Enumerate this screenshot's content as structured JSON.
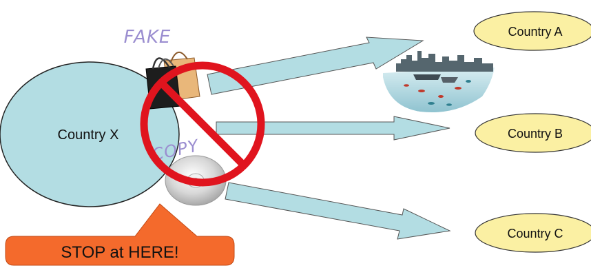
{
  "origin": {
    "label": "Country X"
  },
  "destinations": [
    {
      "label": "Country A"
    },
    {
      "label": "Country B"
    },
    {
      "label": "Country C"
    }
  ],
  "items": {
    "fake_label": "FAKE",
    "copy_label": "COPY"
  },
  "callout": {
    "label": "STOP at HERE!"
  },
  "colors": {
    "origin_fill": "#b3dde3",
    "destination_fill": "#fbf0a3",
    "arrow_fill": "#b3dde3",
    "prohibit_red": "#e0141e",
    "callout_fill": "#f46a2c",
    "handwriting": "#9b8ed0"
  },
  "icons": [
    "shopping-bags-icon",
    "disc-icon",
    "harbor-city-icon",
    "prohibition-sign-icon"
  ]
}
